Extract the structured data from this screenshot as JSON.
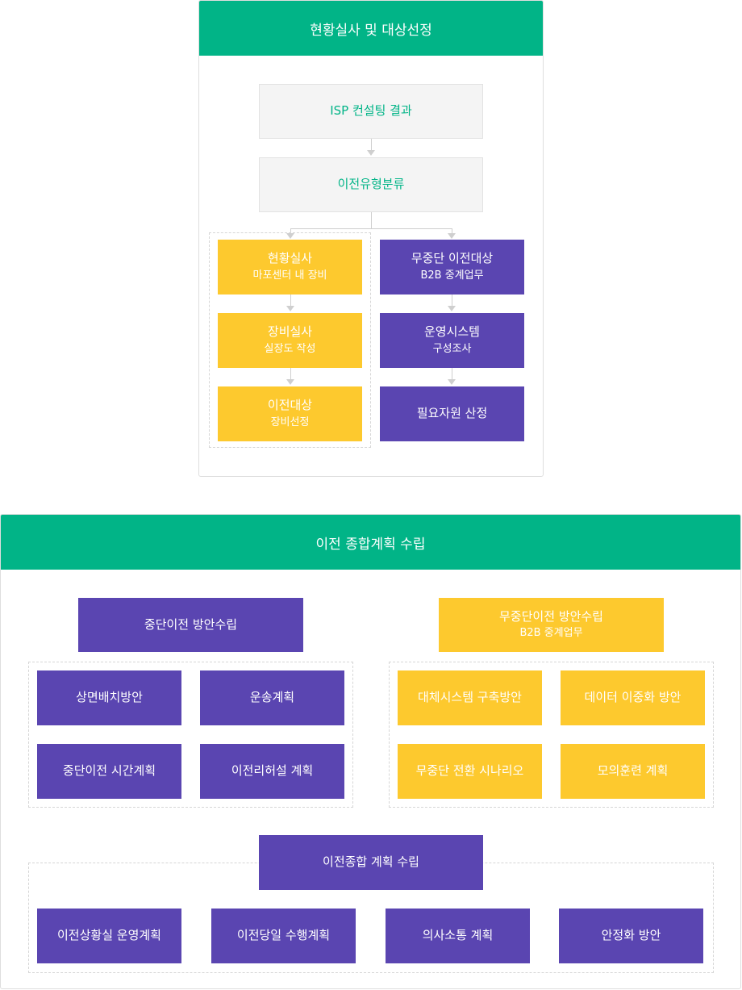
{
  "top": {
    "title": "현황실사 및 대상선정",
    "isp": "ISP 컨설팅 결과",
    "classify": "이전유형분류",
    "left": [
      {
        "main": "현황실사",
        "sub": "마포센터 내 장비"
      },
      {
        "main": "장비실사",
        "sub": "실장도 작성"
      },
      {
        "main": "이전대상",
        "sub": "장비선정"
      }
    ],
    "right": [
      {
        "main": "무중단 이전대상",
        "sub": "B2B 중계업무"
      },
      {
        "main": "운영시스템",
        "sub": "구성조사"
      },
      {
        "main": "필요자원 산정"
      }
    ]
  },
  "bottom": {
    "title": "이전 종합계획 수립",
    "left_group": {
      "title": "중단이전 방안수립",
      "items": [
        "상면배치방안",
        "운송계획",
        "중단이전 시간계획",
        "이전리허설 계획"
      ]
    },
    "right_group": {
      "title": "무중단이전 방안수립",
      "sub": "B2B 중계업무",
      "items": [
        "대체시스템 구축방안",
        "데이터 이중화 방안",
        "무중단 전환 시나리오",
        "모의훈련 계획"
      ]
    },
    "combined": {
      "title": "이전종합 계획 수립",
      "items": [
        "이전상황실 운영계획",
        "이전당일 수행계획",
        "의사소통 계획",
        "안정화 방안"
      ]
    }
  }
}
